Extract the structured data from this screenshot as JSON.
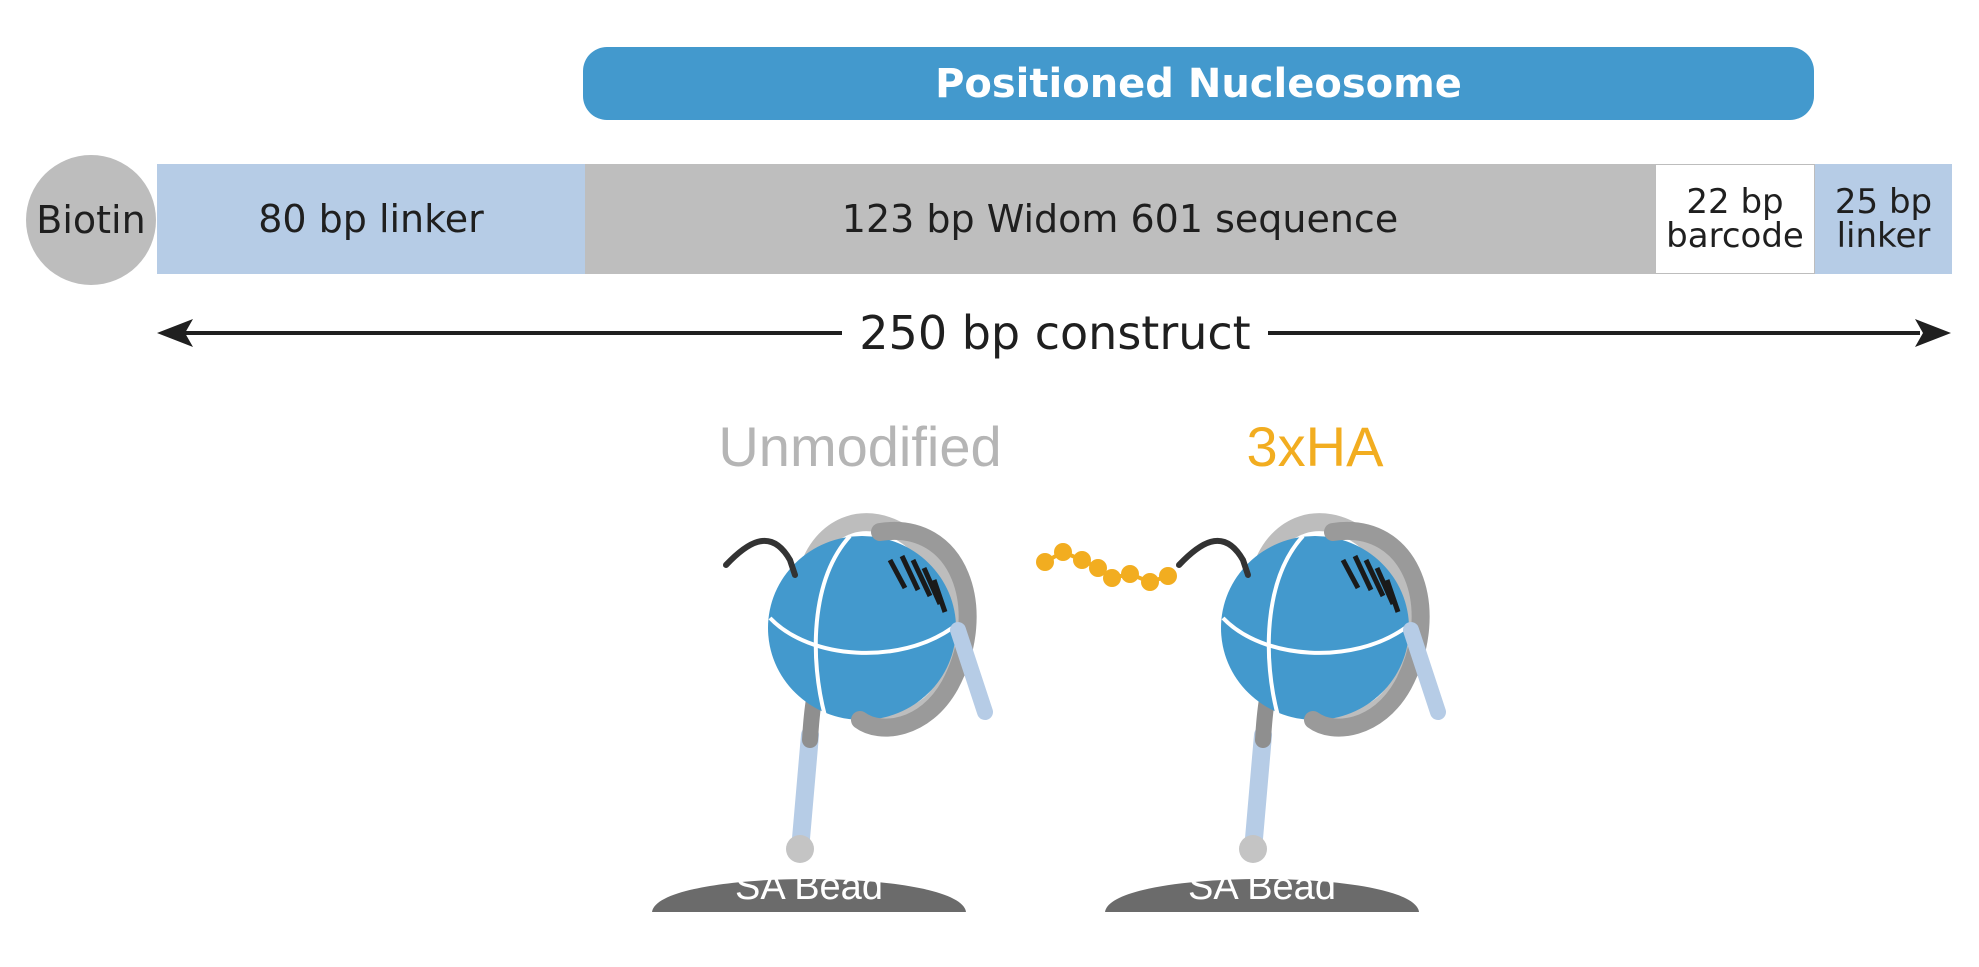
{
  "banner": {
    "label": "Positioned Nucleosome",
    "color": "#4399cd"
  },
  "construct": {
    "biotin": {
      "label": "Biotin",
      "color": "#bdbdbd"
    },
    "segments": {
      "linker80": {
        "label": "80 bp linker",
        "color": "#b6cce6"
      },
      "widom": {
        "label": "123 bp Widom 601 sequence",
        "color": "#bebebe"
      },
      "barcode": {
        "line1": "22 bp",
        "line2": "barcode",
        "color": "#ffffff"
      },
      "linker25": {
        "line1": "25 bp",
        "line2": "linker",
        "color": "#b6cce6"
      }
    },
    "length_label": "250 bp construct"
  },
  "nucleosomes": [
    {
      "title": "Unmodified",
      "title_color": "#b5b5b5",
      "bead_label": "SA Bead"
    },
    {
      "title": "3xHA",
      "title_color": "#f2ad20",
      "bead_label": "SA Bead"
    }
  ],
  "colors": {
    "histone": "#4399cd",
    "dna_gray": "#9a9a9a",
    "dna_light": "#b6cce6",
    "bead": "#6b6b6b",
    "tag": "#f2ad20",
    "tail": "#333333"
  }
}
